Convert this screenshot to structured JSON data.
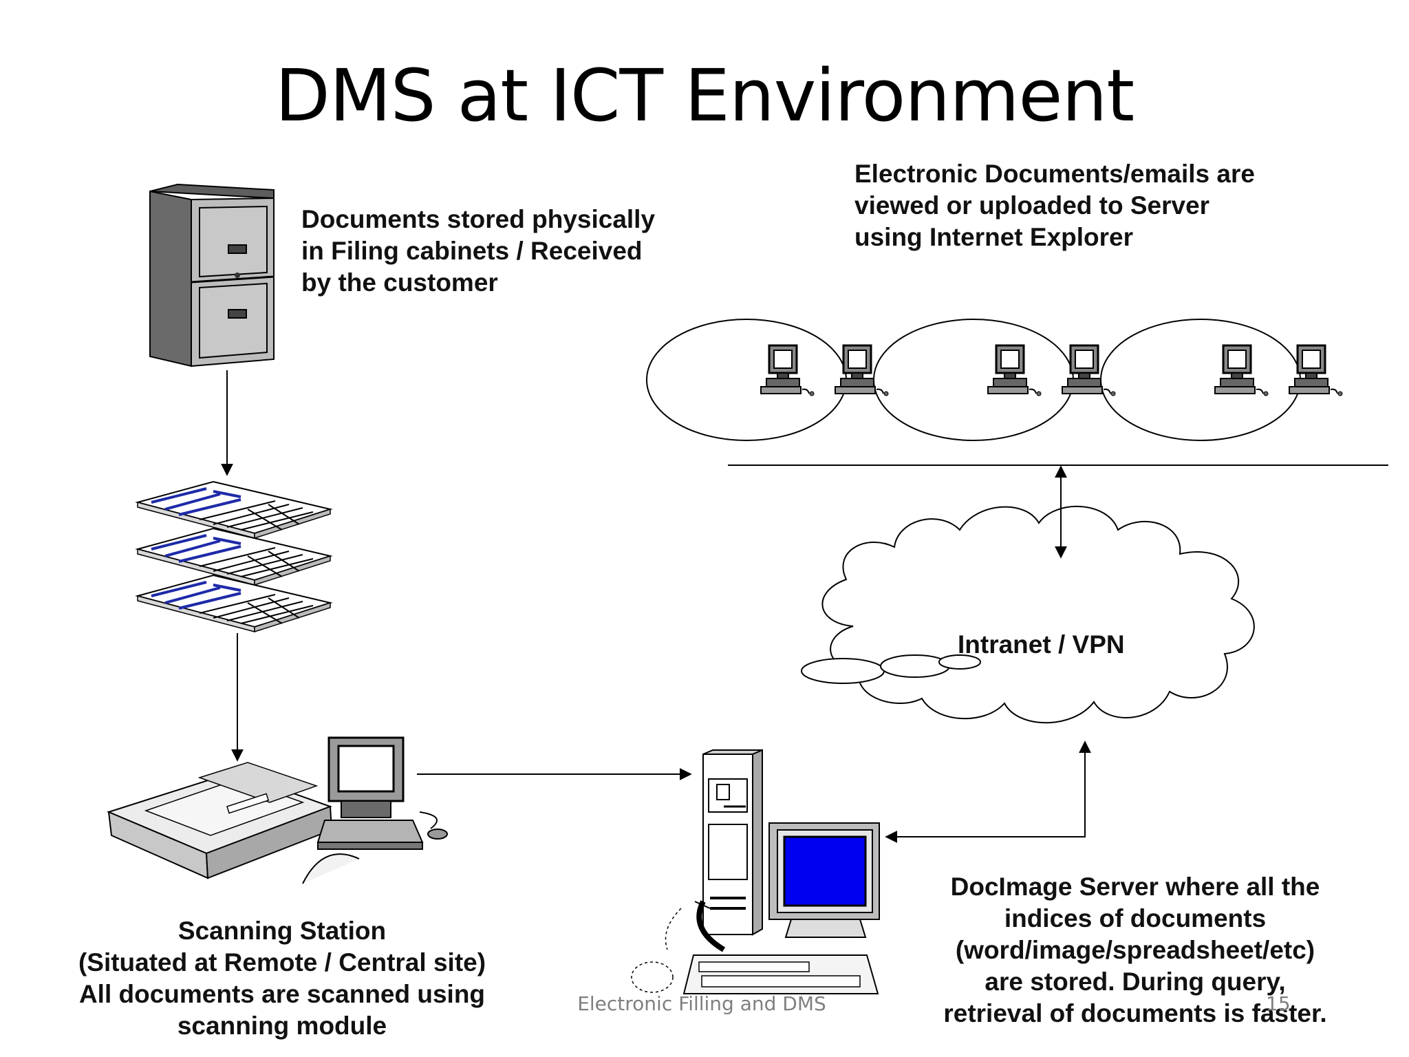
{
  "slide": {
    "title": "DMS at ICT Environment",
    "footer": "Electronic Filling and DMS",
    "page_number": "15"
  },
  "labels": {
    "filing": "Documents stored physically\nin Filing cabinets / Received\nby the customer",
    "electronic": "Electronic Documents/emails are\nviewed or uploaded to Server\nusing Internet Explorer",
    "network": "Intranet / VPN",
    "scanning": "Scanning Station\n(Situated at Remote / Central site)\nAll documents are scanned using\nscanning module",
    "server": "DocImage Server where all the\nindices of documents\n(word/image/spreadsheet/etc)\nare stored. During query,\nretrieval of documents is faster."
  },
  "colors": {
    "monitor_screen": "#0000f0",
    "document_ink": "#1e2aa8"
  }
}
